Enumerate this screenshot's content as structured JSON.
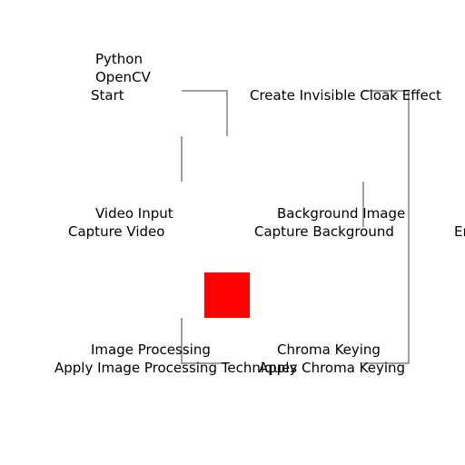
{
  "colors": {
    "connector": "#808080",
    "block": "#ff0000",
    "text": "#000000",
    "background": "#ffffff"
  },
  "nodes": {
    "tools": {
      "python": "Python",
      "opencv": "OpenCV"
    },
    "start": "Start",
    "goal": "Create Invisible Cloak Effect",
    "video_input": {
      "title": "Video Input",
      "action": "Capture Video"
    },
    "background_image": {
      "title": "Background Image",
      "action": "Capture Background"
    },
    "end": "End",
    "image_processing": {
      "title": "Image Processing",
      "action": "Apply Image Processing Techniques"
    },
    "chroma_keying": {
      "title": "Chroma Keying",
      "action": "Apply Chroma Keying"
    }
  }
}
